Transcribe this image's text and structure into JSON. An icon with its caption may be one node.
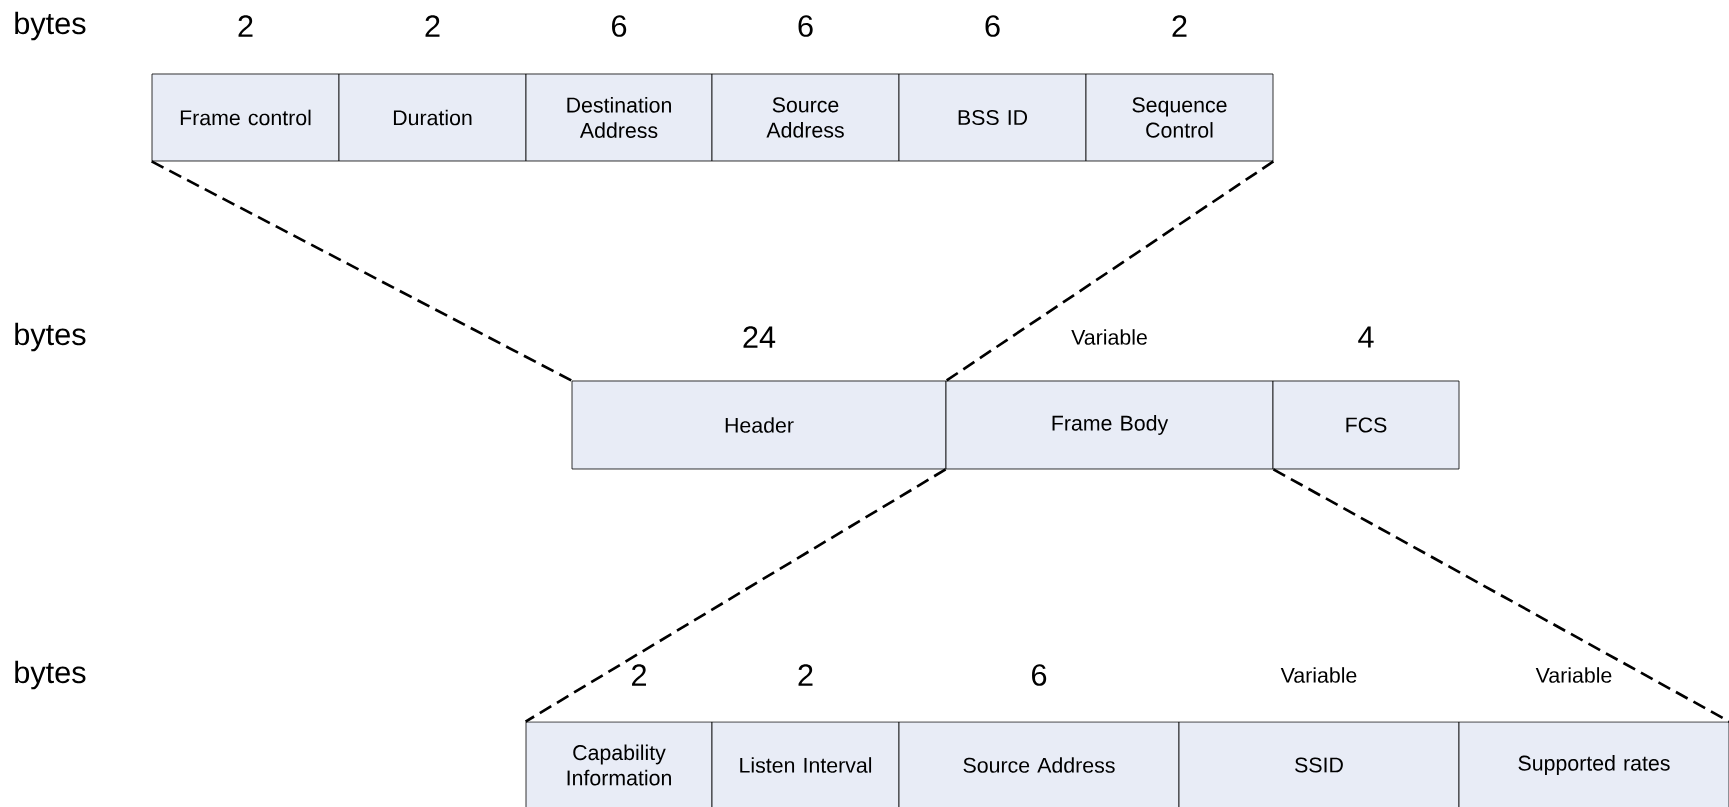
{
  "diagram": {
    "nodes": [
      {
        "text": [
          "Frame control"
        ],
        "beside": [
          "2"
        ]
      },
      {
        "text": [
          "Duration"
        ],
        "beside": [
          "2"
        ]
      },
      {
        "text": [
          "Destination Address"
        ],
        "beside": [
          "6"
        ]
      },
      {
        "text": [
          "Source Address"
        ],
        "beside": [
          "6"
        ]
      },
      {
        "text": [
          "BSS ID"
        ],
        "beside": [
          "6"
        ]
      },
      {
        "text": [
          "Sequence Control"
        ],
        "beside": [
          "2"
        ]
      },
      {
        "text": [
          "Header"
        ],
        "beside": [
          "24"
        ]
      },
      {
        "text": [
          "Frame Body"
        ],
        "beside": [
          "Variable"
        ]
      },
      {
        "text": [
          "FCS"
        ],
        "beside": [
          "4"
        ]
      },
      {
        "text": [
          "Capability Information"
        ],
        "beside": [
          "2"
        ]
      },
      {
        "text": [
          "Listen Interval"
        ],
        "beside": [
          "2"
        ]
      },
      {
        "text": [
          "Source Address"
        ],
        "beside": [
          "6"
        ]
      },
      {
        "text": [
          "SSID"
        ],
        "beside": [
          "Variable"
        ]
      },
      {
        "text": [
          "Supported rates"
        ],
        "beside": [
          "Variable"
        ]
      }
    ],
    "edges": [
      {
        "from": 0,
        "to": 6,
        "arrow": "none",
        "style": "dashed"
      },
      {
        "from": 5,
        "to": 6,
        "arrow": "none",
        "style": "dashed"
      },
      {
        "from": 7,
        "to": 9,
        "arrow": "none",
        "style": "dashed"
      },
      {
        "from": 7,
        "to": 13,
        "arrow": "none",
        "style": "dashed"
      }
    ],
    "labels": [
      "bytes",
      "bytes",
      "bytes"
    ]
  }
}
